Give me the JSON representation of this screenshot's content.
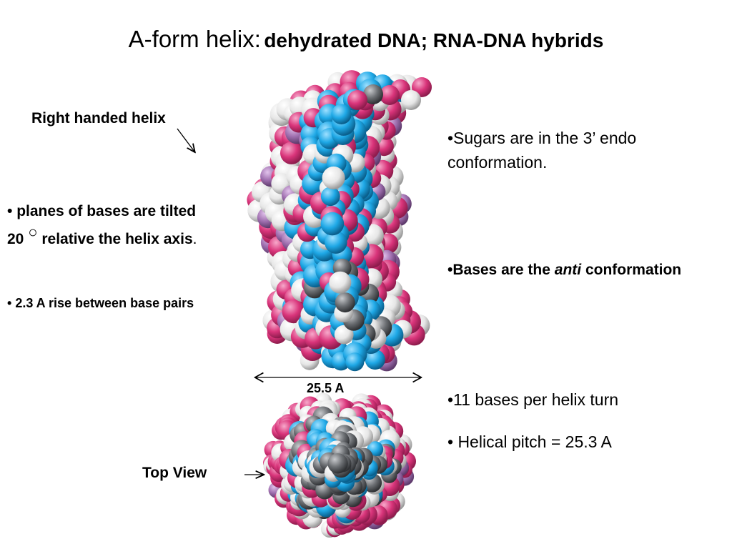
{
  "title": {
    "main": "A-form helix:",
    "sub": "dehydrated DNA; RNA-DNA hybrids"
  },
  "left": {
    "right_handed": "Right handed helix",
    "tilt_line1": "planes of bases are tilted",
    "tilt_num": "20",
    "tilt_degree": "○",
    "tilt_line2_bold": "relative the helix axis",
    "tilt_period": ".",
    "rise": "2.3 A rise between base pairs",
    "top_view": "Top View",
    "bullet": "•"
  },
  "measure": {
    "width_label": "25.5 A"
  },
  "right": {
    "sugars": "•Sugars are in the 3’ endo conformation.",
    "bases_prefix": "•Bases are the ",
    "bases_italic": "anti",
    "bases_suffix": " conformation",
    "bases_per_turn": "•11 bases per helix turn",
    "pitch": "• Helical pitch = 25.3 A"
  },
  "colors": {
    "pink": "#d9347a",
    "white": "#f2f2f2",
    "blue": "#1ea8e6",
    "gray": "#6b6e72",
    "purple": "#a070b0"
  }
}
